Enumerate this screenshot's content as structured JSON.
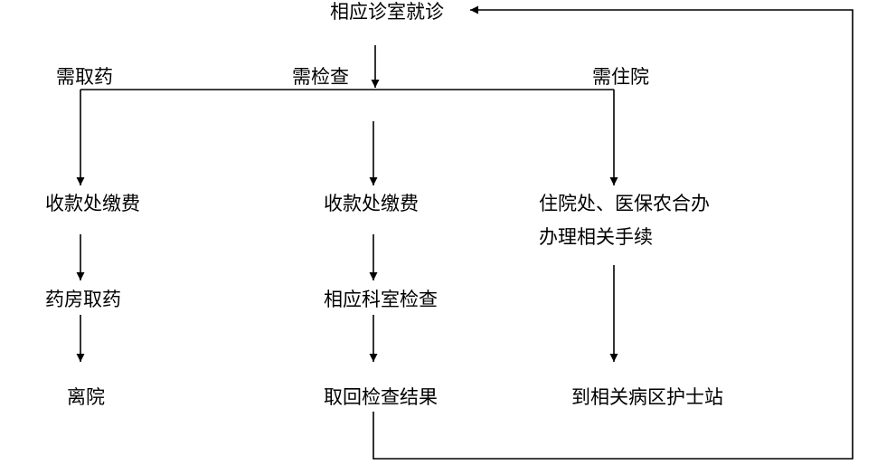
{
  "colors": {
    "line": "#000000",
    "text": "#000000",
    "background": "#ffffff"
  },
  "nodes": {
    "start": "相应诊室就诊",
    "branch_medicine": "需取药",
    "branch_exam": "需检查",
    "branch_hospital": "需住院",
    "left_pay": "收款处缴费",
    "left_pharmacy": "药房取药",
    "left_leave": "离院",
    "mid_pay": "收款处缴费",
    "mid_exam": "相应科室检查",
    "mid_result": "取回检查结果",
    "right_procedure_line1": "住院处、医保农合办",
    "right_procedure_line2": "办理相关手续",
    "right_ward": "到相关病区护士站"
  }
}
